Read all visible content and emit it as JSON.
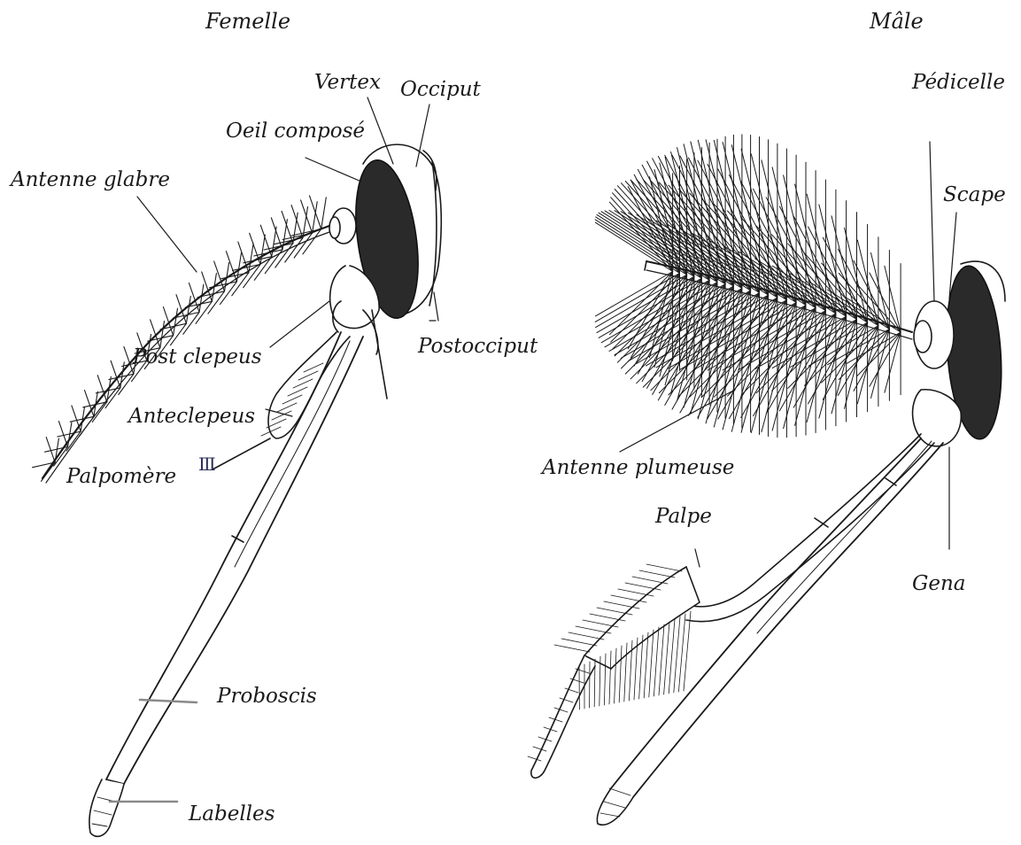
{
  "titles": {
    "female": "Femelle",
    "male": "Mâle"
  },
  "labels": {
    "vertex": "Vertex",
    "occiput": "Occiput",
    "oeil_compose": "Oeil composé",
    "antenne_glabre": "Antenne glabre",
    "postocciput": "Postocciput",
    "post_clepeus": "Post clepeus",
    "anteclepeus": "Anteclepeus",
    "palpomere": "Palpomère",
    "palpomere_mark": "III",
    "proboscis": "Proboscis",
    "labelles": "Labelles",
    "pedicelle": "Pédicelle",
    "scape": "Scape",
    "antenne_plumeuse": "Antenne plumeuse",
    "palpe": "Palpe",
    "gena": "Gena"
  },
  "colors": {
    "ink": "#1a1a1a",
    "eye": "#2a2a2a",
    "leader_grey": "#8a8a8a"
  }
}
